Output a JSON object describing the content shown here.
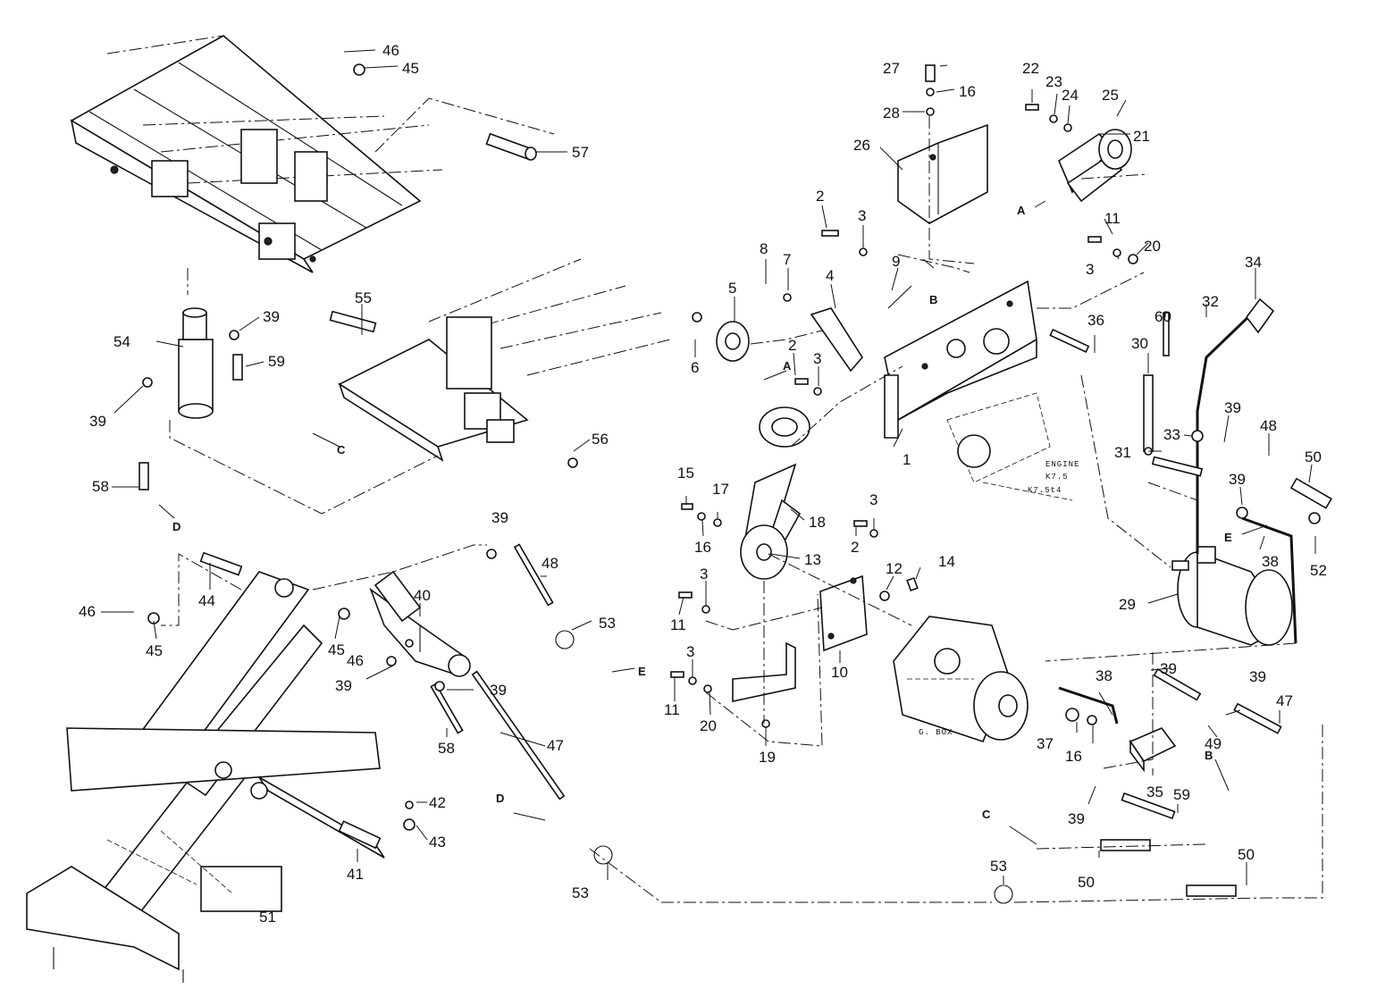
{
  "callouts": {
    "c1": "1",
    "c2": "2",
    "c3": "3",
    "c4": "4",
    "c5": "5",
    "c6": "6",
    "c7": "7",
    "c8": "8",
    "c9": "9",
    "c10": "10",
    "c11": "11",
    "c12": "12",
    "c13": "13",
    "c14": "14",
    "c15": "15",
    "c16": "16",
    "c17": "17",
    "c18": "18",
    "c19": "19",
    "c20": "20",
    "c21": "21",
    "c22": "22",
    "c23": "23",
    "c24": "24",
    "c25": "25",
    "c26": "26",
    "c27": "27",
    "c28": "28",
    "c29": "29",
    "c30": "30",
    "c31": "31",
    "c32": "32",
    "c33": "33",
    "c34": "34",
    "c35": "35",
    "c36": "36",
    "c37": "37",
    "c38": "38",
    "c39": "39",
    "c40": "40",
    "c41": "41",
    "c42": "42",
    "c43": "43",
    "c44": "44",
    "c45": "45",
    "c46": "46",
    "c47": "47",
    "c48": "48",
    "c49": "49",
    "c50": "50",
    "c51": "51",
    "c52": "52",
    "c53": "53",
    "c54": "54",
    "c55": "55",
    "c56": "56",
    "c57": "57",
    "c58": "58",
    "c59": "59",
    "c60": "60"
  },
  "markers": {
    "a": "A",
    "b": "B",
    "c": "C",
    "d": "D",
    "e": "E"
  },
  "notes": {
    "engine": "ENGINE",
    "engine_model_1": "K7.5",
    "engine_model_2": "K7.5t4",
    "gearbox": "G. BOX"
  }
}
